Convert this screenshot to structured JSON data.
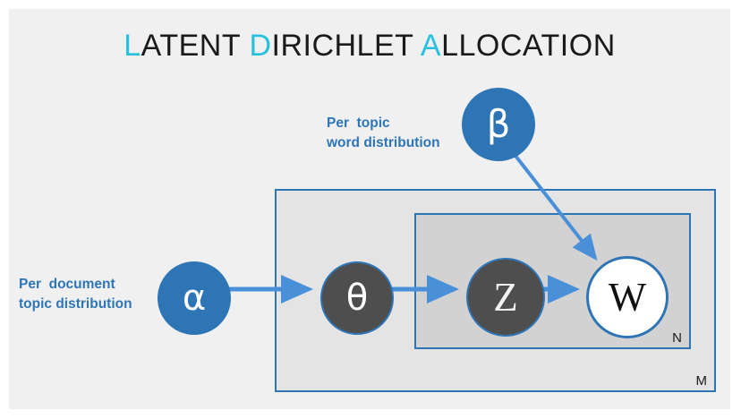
{
  "title": {
    "full": "LATENT DIRICHLET ALLOCATION",
    "parts": [
      {
        "cap": "L",
        "rest": "ATENT "
      },
      {
        "cap": "D",
        "rest": "IRICHLET "
      },
      {
        "cap": "A",
        "rest": "LLOCATION"
      }
    ],
    "cap_color": "#27c0dd",
    "text_color": "#1a1a1a"
  },
  "annotations": {
    "alpha_label_line1": "Per  document",
    "alpha_label_line2": "topic distribution",
    "beta_label_line1": "Per  topic",
    "beta_label_line2": "word distribution",
    "color": "#2e75b6"
  },
  "nodes": {
    "alpha": {
      "symbol": "α",
      "name": "alpha",
      "fill": "#2e75b6",
      "text_color": "#ffffff",
      "observed": false
    },
    "beta": {
      "symbol": "β",
      "name": "beta",
      "fill": "#2e75b6",
      "text_color": "#ffffff",
      "observed": false
    },
    "theta": {
      "symbol": "θ",
      "name": "theta",
      "fill": "#4e4e4e",
      "text_color": "#ffffff",
      "observed": false
    },
    "z": {
      "symbol": "Z",
      "name": "z",
      "fill": "#4e4e4e",
      "text_color": "#f2f2f2",
      "observed": false
    },
    "w": {
      "symbol": "W",
      "name": "w",
      "fill": "#ffffff",
      "text_color": "#111111",
      "observed": true
    }
  },
  "plates": {
    "outer": {
      "label": "M",
      "fill": "#e4e4e4",
      "border": "#2e75b6"
    },
    "inner": {
      "label": "N",
      "fill": "#d2d2d2",
      "border": "#2e75b6"
    }
  },
  "edges": [
    {
      "from": "alpha",
      "to": "theta"
    },
    {
      "from": "theta",
      "to": "z"
    },
    {
      "from": "z",
      "to": "w"
    },
    {
      "from": "beta",
      "to": "w"
    }
  ],
  "canvas": {
    "background": "#f0f0f0",
    "arrow_color": "#4a90d9"
  }
}
